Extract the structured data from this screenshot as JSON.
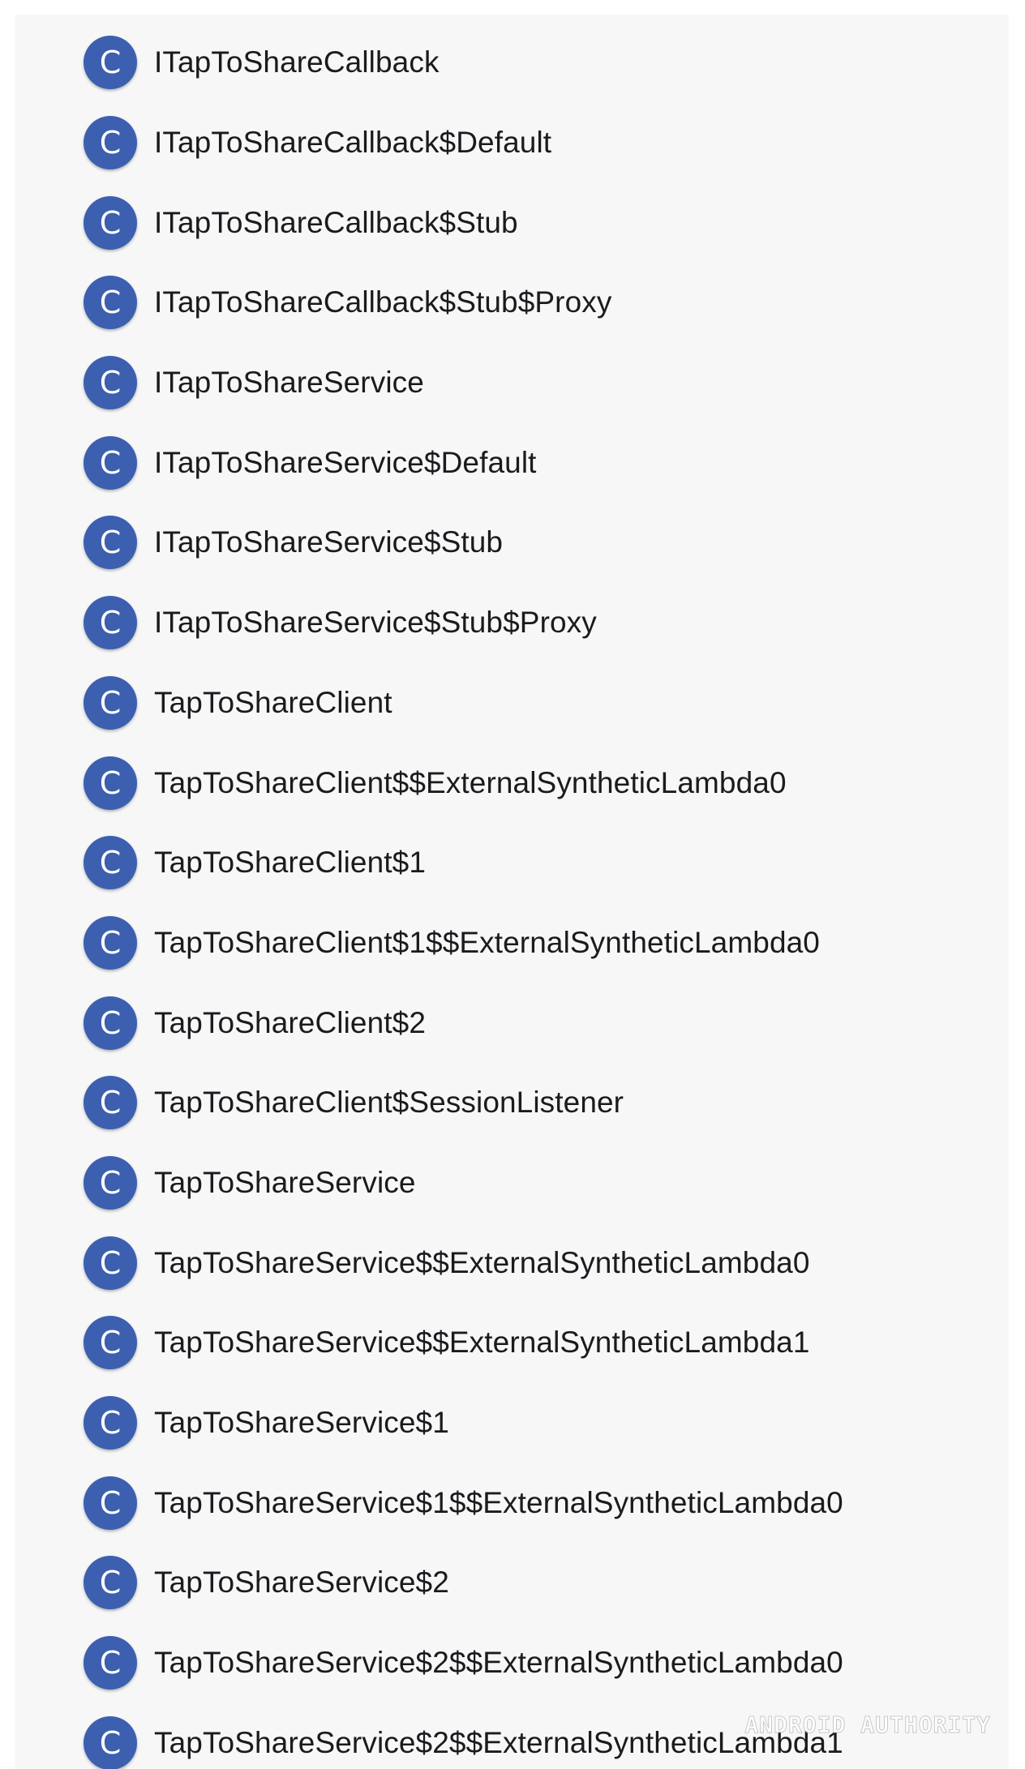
{
  "class_icon_letter": "C",
  "icon_color": "#3c5fb0",
  "classes": [
    "ITapToShareCallback",
    "ITapToShareCallback$Default",
    "ITapToShareCallback$Stub",
    "ITapToShareCallback$Stub$Proxy",
    "ITapToShareService",
    "ITapToShareService$Default",
    "ITapToShareService$Stub",
    "ITapToShareService$Stub$Proxy",
    "TapToShareClient",
    "TapToShareClient$$ExternalSyntheticLambda0",
    "TapToShareClient$1",
    "TapToShareClient$1$$ExternalSyntheticLambda0",
    "TapToShareClient$2",
    "TapToShareClient$SessionListener",
    "TapToShareService",
    "TapToShareService$$ExternalSyntheticLambda0",
    "TapToShareService$$ExternalSyntheticLambda1",
    "TapToShareService$1",
    "TapToShareService$1$$ExternalSyntheticLambda0",
    "TapToShareService$2",
    "TapToShareService$2$$ExternalSyntheticLambda0",
    "TapToShareService$2$$ExternalSyntheticLambda1"
  ],
  "watermark": "ANDROID AUTHORITY"
}
